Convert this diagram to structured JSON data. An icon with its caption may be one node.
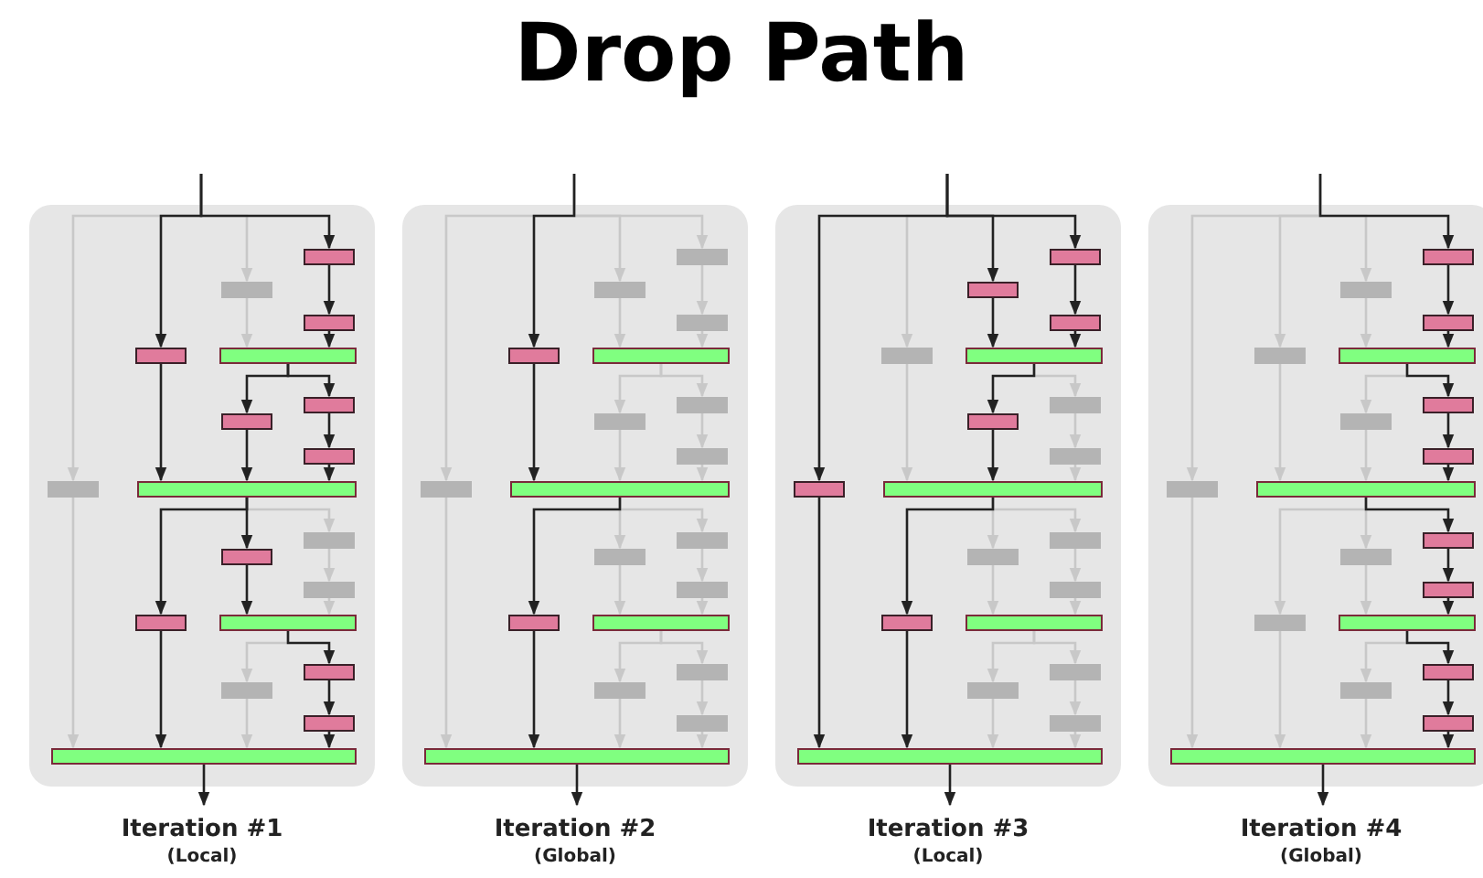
{
  "diagram": {
    "title": "Drop Path",
    "nodes": [
      {
        "text": [
          "Iteration #1",
          "(Local)"
        ]
      },
      {
        "text": [],
        "shape": "bar",
        "in": 0
      },
      {
        "text": [],
        "shape": "bar",
        "in": 0
      },
      {
        "text": [],
        "shape": "bar",
        "in": 0
      },
      {
        "text": [],
        "shape": "bar",
        "in": 0
      },
      {
        "text": [],
        "shape": "bar",
        "in": 0
      },
      {
        "text": [],
        "shape": "bar",
        "in": 0
      },
      {
        "text": [],
        "shape": "bar",
        "in": 0
      },
      {
        "text": [],
        "shape": "bar",
        "in": 0
      },
      {
        "text": [],
        "shape": "bar",
        "in": 0
      },
      {
        "text": [],
        "shape": "bar",
        "in": 0
      },
      {
        "text": [],
        "shape": "bar",
        "in": 0
      },
      {
        "text": [],
        "shape": "bar",
        "in": 0
      },
      {
        "text": [],
        "shape": "bar",
        "in": 0
      },
      {
        "text": [],
        "shape": "bar",
        "in": 0
      },
      {
        "text": [],
        "shape": "bar",
        "in": 0
      },
      {
        "text": [],
        "shape": "bar",
        "in": 0
      },
      {
        "text": [],
        "shape": "bar",
        "in": 0
      },
      {
        "text": [],
        "shape": "bar",
        "in": 0
      },
      {
        "text": [],
        "shape": "bar",
        "in": 0
      },
      {
        "text": [
          "Iteration #2",
          "(Global)"
        ]
      },
      {
        "text": [],
        "shape": "bar",
        "in": 20
      },
      {
        "text": [],
        "shape": "bar",
        "in": 20
      },
      {
        "text": [],
        "shape": "bar",
        "in": 20
      },
      {
        "text": [],
        "shape": "bar",
        "in": 20
      },
      {
        "text": [],
        "shape": "bar",
        "in": 20
      },
      {
        "text": [],
        "shape": "bar",
        "in": 20
      },
      {
        "text": [],
        "shape": "bar",
        "in": 20
      },
      {
        "text": [],
        "shape": "bar",
        "in": 20
      },
      {
        "text": [],
        "shape": "bar",
        "in": 20
      },
      {
        "text": [],
        "shape": "bar",
        "in": 20
      },
      {
        "text": [],
        "shape": "bar",
        "in": 20
      },
      {
        "text": [],
        "shape": "bar",
        "in": 20
      },
      {
        "text": [],
        "shape": "bar",
        "in": 20
      },
      {
        "text": [],
        "shape": "bar",
        "in": 20
      },
      {
        "text": [],
        "shape": "bar",
        "in": 20
      },
      {
        "text": [],
        "shape": "bar",
        "in": 20
      },
      {
        "text": [],
        "shape": "bar",
        "in": 20
      },
      {
        "text": [],
        "shape": "bar",
        "in": 20
      },
      {
        "text": [],
        "shape": "bar",
        "in": 20
      },
      {
        "text": [
          "Iteration #3",
          "(Local)"
        ]
      },
      {
        "text": [],
        "shape": "bar",
        "in": 40
      },
      {
        "text": [],
        "shape": "bar",
        "in": 40
      },
      {
        "text": [],
        "shape": "bar",
        "in": 40
      },
      {
        "text": [],
        "shape": "bar",
        "in": 40
      },
      {
        "text": [],
        "shape": "bar",
        "in": 40
      },
      {
        "text": [],
        "shape": "bar",
        "in": 40
      },
      {
        "text": [],
        "shape": "bar",
        "in": 40
      },
      {
        "text": [],
        "shape": "bar",
        "in": 40
      },
      {
        "text": [],
        "shape": "bar",
        "in": 40
      },
      {
        "text": [],
        "shape": "bar",
        "in": 40
      },
      {
        "text": [],
        "shape": "bar",
        "in": 40
      },
      {
        "text": [],
        "shape": "bar",
        "in": 40
      },
      {
        "text": [],
        "shape": "bar",
        "in": 40
      },
      {
        "text": [],
        "shape": "bar",
        "in": 40
      },
      {
        "text": [],
        "shape": "bar",
        "in": 40
      },
      {
        "text": [],
        "shape": "bar",
        "in": 40
      },
      {
        "text": [],
        "shape": "bar",
        "in": 40
      },
      {
        "text": [],
        "shape": "bar",
        "in": 40
      },
      {
        "text": [],
        "shape": "bar",
        "in": 40
      },
      {
        "text": [
          "Iteration #4",
          "(Global)"
        ]
      },
      {
        "text": [],
        "shape": "bar",
        "in": 60
      },
      {
        "text": [],
        "shape": "bar",
        "in": 60
      },
      {
        "text": [],
        "shape": "bar",
        "in": 60
      },
      {
        "text": [],
        "shape": "bar",
        "in": 60
      },
      {
        "text": [],
        "shape": "bar",
        "in": 60
      },
      {
        "text": [],
        "shape": "bar",
        "in": 60
      },
      {
        "text": [],
        "shape": "bar",
        "in": 60
      },
      {
        "text": [],
        "shape": "bar",
        "in": 60
      },
      {
        "text": [],
        "shape": "bar",
        "in": 60
      },
      {
        "text": [],
        "shape": "bar",
        "in": 60
      },
      {
        "text": [],
        "shape": "bar",
        "in": 60
      },
      {
        "text": [],
        "shape": "bar",
        "in": 60
      },
      {
        "text": [],
        "shape": "bar",
        "in": 60
      },
      {
        "text": [],
        "shape": "bar",
        "in": 60
      },
      {
        "text": [],
        "shape": "bar",
        "in": 60
      },
      {
        "text": [],
        "shape": "bar",
        "in": 60
      },
      {
        "text": [],
        "shape": "bar",
        "in": 60
      },
      {
        "text": [],
        "shape": "bar",
        "in": 60
      },
      {
        "text": [],
        "shape": "bar",
        "in": 60
      }
    ],
    "edges": [
      {
        "from": null,
        "to": 9,
        "arrow": "to"
      },
      {
        "from": null,
        "to": 4,
        "arrow": "to",
        "color": "#222222"
      },
      {
        "from": null,
        "to": 2,
        "arrow": "to"
      },
      {
        "from": null,
        "to": 1,
        "arrow": "to",
        "color": "#222222"
      },
      {
        "from": 1,
        "to": 3,
        "arrow": "to",
        "color": "#222222"
      },
      {
        "from": 3,
        "to": 5,
        "arrow": "to",
        "color": "#222222"
      },
      {
        "from": 2,
        "to": 5,
        "arrow": "to"
      },
      {
        "from": 5,
        "to": 7,
        "arrow": "to",
        "color": "#222222"
      },
      {
        "from": 5,
        "to": 6,
        "arrow": "to",
        "color": "#222222"
      },
      {
        "from": 6,
        "to": 8,
        "arrow": "to",
        "color": "#222222"
      },
      {
        "from": 8,
        "to": 10,
        "arrow": "to",
        "color": "#222222"
      },
      {
        "from": 7,
        "to": 10,
        "arrow": "to",
        "color": "#222222"
      },
      {
        "from": 4,
        "to": 10,
        "arrow": "to",
        "color": "#222222"
      },
      {
        "from": 10,
        "to": 14,
        "arrow": "to",
        "color": "#222222"
      },
      {
        "from": 10,
        "to": 12,
        "arrow": "to",
        "color": "#222222"
      },
      {
        "from": 10,
        "to": 11,
        "arrow": "to"
      },
      {
        "from": 11,
        "to": 13,
        "arrow": "to"
      },
      {
        "from": 13,
        "to": 15,
        "arrow": "to"
      },
      {
        "from": 12,
        "to": 15,
        "arrow": "to",
        "color": "#222222"
      },
      {
        "from": 15,
        "to": 17,
        "arrow": "to"
      },
      {
        "from": 15,
        "to": 16,
        "arrow": "to",
        "color": "#222222"
      },
      {
        "from": 16,
        "to": 18,
        "arrow": "to",
        "color": "#222222"
      },
      {
        "from": 18,
        "to": 19,
        "arrow": "to",
        "color": "#222222"
      },
      {
        "from": 17,
        "to": 19,
        "arrow": "to"
      },
      {
        "from": 14,
        "to": 19,
        "arrow": "to",
        "color": "#222222"
      },
      {
        "from": 9,
        "to": 19,
        "arrow": "to"
      },
      {
        "from": 19,
        "to": null,
        "arrow": "to",
        "color": "#222222"
      },
      {
        "from": null,
        "to": 29,
        "arrow": "to"
      },
      {
        "from": null,
        "to": 24,
        "arrow": "to",
        "color": "#222222"
      },
      {
        "from": null,
        "to": 22,
        "arrow": "to"
      },
      {
        "from": null,
        "to": 21,
        "arrow": "to"
      },
      {
        "from": 21,
        "to": 23,
        "arrow": "to"
      },
      {
        "from": 23,
        "to": 25,
        "arrow": "to"
      },
      {
        "from": 22,
        "to": 25,
        "arrow": "to"
      },
      {
        "from": 25,
        "to": 27,
        "arrow": "to"
      },
      {
        "from": 25,
        "to": 26,
        "arrow": "to"
      },
      {
        "from": 26,
        "to": 28,
        "arrow": "to"
      },
      {
        "from": 28,
        "to": 30,
        "arrow": "to"
      },
      {
        "from": 27,
        "to": 30,
        "arrow": "to"
      },
      {
        "from": 24,
        "to": 30,
        "arrow": "to",
        "color": "#222222"
      },
      {
        "from": 30,
        "to": 34,
        "arrow": "to",
        "color": "#222222"
      },
      {
        "from": 30,
        "to": 32,
        "arrow": "to"
      },
      {
        "from": 30,
        "to": 31,
        "arrow": "to"
      },
      {
        "from": 31,
        "to": 33,
        "arrow": "to"
      },
      {
        "from": 33,
        "to": 35,
        "arrow": "to"
      },
      {
        "from": 32,
        "to": 35,
        "arrow": "to"
      },
      {
        "from": 35,
        "to": 37,
        "arrow": "to"
      },
      {
        "from": 35,
        "to": 36,
        "arrow": "to"
      },
      {
        "from": 36,
        "to": 38,
        "arrow": "to"
      },
      {
        "from": 38,
        "to": 39,
        "arrow": "to"
      },
      {
        "from": 37,
        "to": 39,
        "arrow": "to"
      },
      {
        "from": 34,
        "to": 39,
        "arrow": "to",
        "color": "#222222"
      },
      {
        "from": 29,
        "to": 39,
        "arrow": "to"
      },
      {
        "from": 39,
        "to": null,
        "arrow": "to",
        "color": "#222222"
      },
      {
        "from": null,
        "to": 49,
        "arrow": "to",
        "color": "#222222"
      },
      {
        "from": null,
        "to": 44,
        "arrow": "to"
      },
      {
        "from": null,
        "to": 42,
        "arrow": "to",
        "color": "#222222"
      },
      {
        "from": null,
        "to": 41,
        "arrow": "to",
        "color": "#222222"
      },
      {
        "from": 41,
        "to": 43,
        "arrow": "to",
        "color": "#222222"
      },
      {
        "from": 43,
        "to": 45,
        "arrow": "to",
        "color": "#222222"
      },
      {
        "from": 42,
        "to": 45,
        "arrow": "to",
        "color": "#222222"
      },
      {
        "from": 45,
        "to": 47,
        "arrow": "to",
        "color": "#222222"
      },
      {
        "from": 45,
        "to": 46,
        "arrow": "to"
      },
      {
        "from": 46,
        "to": 48,
        "arrow": "to"
      },
      {
        "from": 48,
        "to": 50,
        "arrow": "to"
      },
      {
        "from": 47,
        "to": 50,
        "arrow": "to",
        "color": "#222222"
      },
      {
        "from": 44,
        "to": 50,
        "arrow": "to"
      },
      {
        "from": 50,
        "to": 54,
        "arrow": "to",
        "color": "#222222"
      },
      {
        "from": 50,
        "to": 52,
        "arrow": "to"
      },
      {
        "from": 50,
        "to": 51,
        "arrow": "to"
      },
      {
        "from": 51,
        "to": 53,
        "arrow": "to"
      },
      {
        "from": 53,
        "to": 55,
        "arrow": "to"
      },
      {
        "from": 52,
        "to": 55,
        "arrow": "to"
      },
      {
        "from": 55,
        "to": 57,
        "arrow": "to"
      },
      {
        "from": 55,
        "to": 56,
        "arrow": "to"
      },
      {
        "from": 56,
        "to": 58,
        "arrow": "to"
      },
      {
        "from": 58,
        "to": 59,
        "arrow": "to"
      },
      {
        "from": 57,
        "to": 59,
        "arrow": "to"
      },
      {
        "from": 54,
        "to": 59,
        "arrow": "to",
        "color": "#222222"
      },
      {
        "from": 49,
        "to": 59,
        "arrow": "to",
        "color": "#222222"
      },
      {
        "from": 59,
        "to": null,
        "arrow": "to",
        "color": "#222222"
      },
      {
        "from": null,
        "to": 69,
        "arrow": "to"
      },
      {
        "from": null,
        "to": 64,
        "arrow": "to"
      },
      {
        "from": null,
        "to": 62,
        "arrow": "to"
      },
      {
        "from": null,
        "to": 61,
        "arrow": "to",
        "color": "#222222"
      },
      {
        "from": 61,
        "to": 63,
        "arrow": "to",
        "color": "#222222"
      },
      {
        "from": 63,
        "to": 65,
        "arrow": "to",
        "color": "#222222"
      },
      {
        "from": 62,
        "to": 65,
        "arrow": "to"
      },
      {
        "from": 65,
        "to": 67,
        "arrow": "to"
      },
      {
        "from": 65,
        "to": 66,
        "arrow": "to",
        "color": "#222222"
      },
      {
        "from": 66,
        "to": 68,
        "arrow": "to",
        "color": "#222222"
      },
      {
        "from": 68,
        "to": 70,
        "arrow": "to",
        "color": "#222222"
      },
      {
        "from": 67,
        "to": 70,
        "arrow": "to"
      },
      {
        "from": 64,
        "to": 70,
        "arrow": "to"
      },
      {
        "from": 70,
        "to": 74,
        "arrow": "to"
      },
      {
        "from": 70,
        "to": 72,
        "arrow": "to"
      },
      {
        "from": 70,
        "to": 71,
        "arrow": "to",
        "color": "#222222"
      },
      {
        "from": 71,
        "to": 73,
        "arrow": "to",
        "color": "#222222"
      },
      {
        "from": 73,
        "to": 75,
        "arrow": "to",
        "color": "#222222"
      },
      {
        "from": 72,
        "to": 75,
        "arrow": "to"
      },
      {
        "from": 75,
        "to": 77,
        "arrow": "to"
      },
      {
        "from": 75,
        "to": 76,
        "arrow": "to",
        "color": "#222222"
      },
      {
        "from": 76,
        "to": 78,
        "arrow": "to",
        "color": "#222222"
      },
      {
        "from": 78,
        "to": 79,
        "arrow": "to",
        "color": "#222222"
      },
      {
        "from": 77,
        "to": 79,
        "arrow": "to"
      },
      {
        "from": 74,
        "to": 79,
        "arrow": "to"
      },
      {
        "from": 69,
        "to": 79,
        "arrow": "to"
      },
      {
        "from": 79,
        "to": null,
        "arrow": "to",
        "color": "#222222"
      }
    ]
  }
}
